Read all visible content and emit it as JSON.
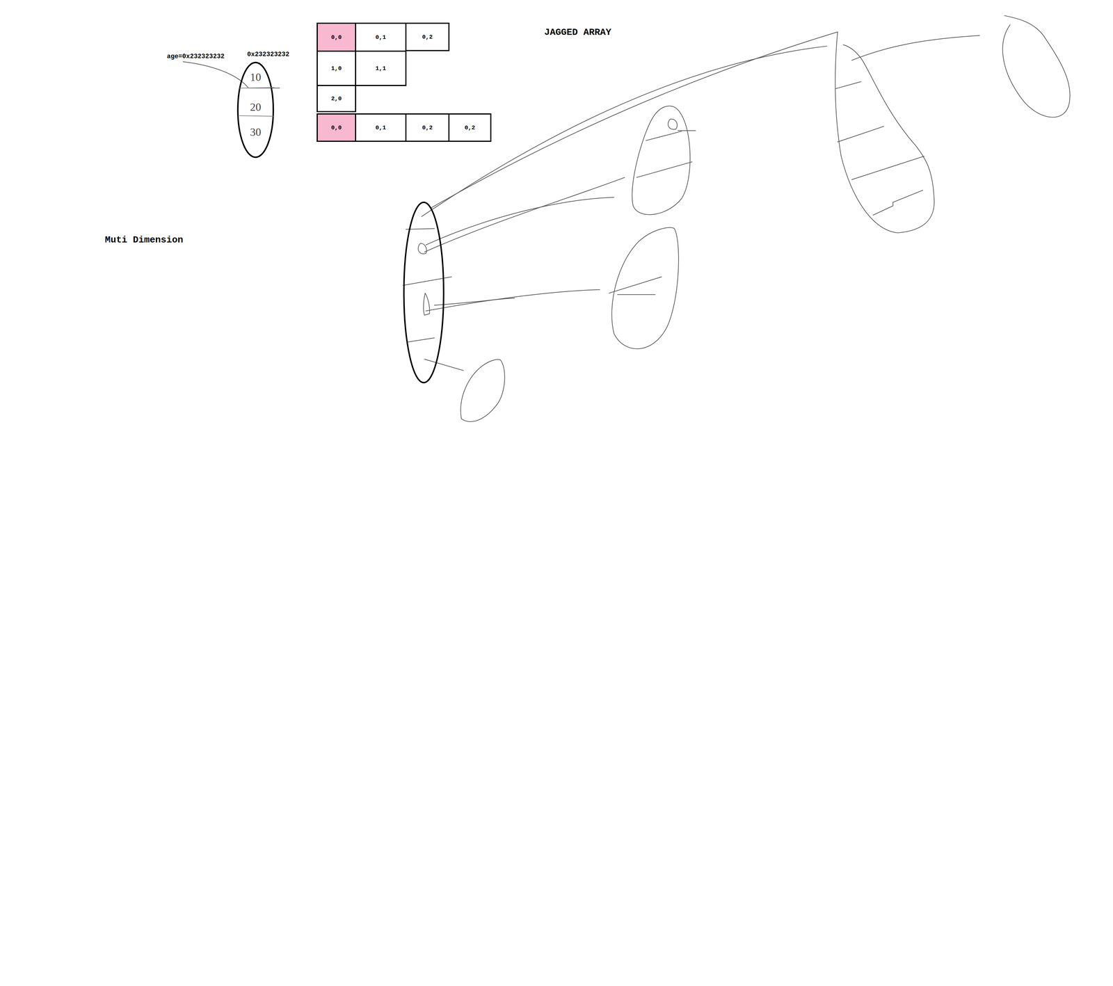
{
  "diagram": {
    "title": "JAGGED ARRAY",
    "nodes": [
      {
        "text": [
          "10",
          "20",
          "30"
        ]
      },
      {
        "text": [
          "0,0"
        ]
      },
      {
        "text": [
          "0,1"
        ]
      },
      {
        "text": [
          "0,2"
        ]
      },
      {
        "text": [
          "1,0"
        ]
      },
      {
        "text": [
          "1,1"
        ]
      },
      {
        "text": [
          "2,0"
        ]
      },
      {
        "text": [
          "0,0"
        ]
      },
      {
        "text": [
          "0,1"
        ]
      },
      {
        "text": [
          "0,2"
        ]
      },
      {
        "text": [
          "0,2"
        ]
      }
    ],
    "labels": [
      "age=0x232323232",
      "0x232323232",
      "Muti Dimension"
    ]
  }
}
